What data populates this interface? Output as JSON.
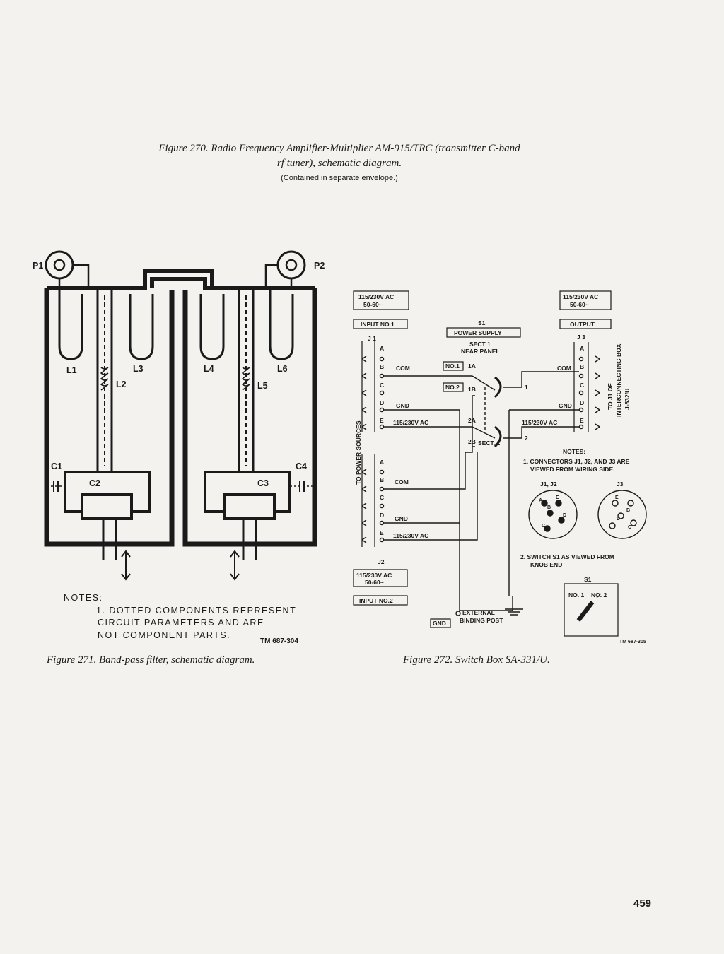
{
  "figure270": {
    "caption_line1": "Figure 270.  Radio Frequency Amplifier-Multiplier AM-915/TRC (transmitter C-band",
    "caption_line2": "rf tuner), schematic diagram.",
    "subcaption": "(Contained in separate envelope.)"
  },
  "figure271": {
    "caption": "Figure 271.  Band-pass filter, schematic diagram.",
    "labels": {
      "p1": "P1",
      "p2": "P2",
      "l1": "L1",
      "l2": "L2",
      "l3": "L3",
      "l4": "L4",
      "l5": "L5",
      "l6": "L6",
      "c1": "C1",
      "c2": "C2",
      "c3": "C3",
      "c4": "C4"
    },
    "notes_title": "NOTES:",
    "note1_line1": "1. DOTTED COMPONENTS REPRESENT",
    "note1_line2": "CIRCUIT PARAMETERS AND ARE",
    "note1_line3": "NOT COMPONENT PARTS.",
    "tm_number": "TM 687-304"
  },
  "figure272": {
    "caption": "Figure 272.  Switch Box SA-331/U.",
    "input1_voltage": "115/230V AC",
    "input1_freq": "50-60~",
    "input1_label": "INPUT NO.1",
    "output_voltage": "115/230V AC",
    "output_freq": "50-60~",
    "output_label": "OUTPUT",
    "s1": "S1",
    "power_supply": "POWER SUPPLY",
    "sect1": "SECT 1",
    "near_panel": "NEAR PANEL",
    "sect2": "SECT. 2",
    "j1": "J 1",
    "j2": "J2",
    "j3": "J 3",
    "pins": [
      "A",
      "B",
      "C",
      "D",
      "E"
    ],
    "com": "COM",
    "gnd": "GND",
    "ac": "115/230V AC",
    "no1": "NO.1",
    "no2": "NO.2",
    "pos_1a": "1A",
    "pos_1b": "1B",
    "pos_2a": "2A",
    "pos_2b": "2B",
    "out1": "1",
    "out2": "2",
    "to_power_sources": "TO POWER SOURCES",
    "to_j1_line1": "TO J1 OF",
    "to_j1_line2": "INTERCONNECTING BOX",
    "to_j1_line3": "J-532/U",
    "input2_voltage": "115/230V AC",
    "input2_freq": "50-60~",
    "input2_label": "INPUT NO.2",
    "external": "EXTERNAL",
    "binding_post": "BINDING POST",
    "gnd_box": "GND",
    "notes_title": "NOTES:",
    "note1_line1": "1. CONNECTORS J1, J2, AND J3 ARE",
    "note1_line2": "VIEWED FROM WIRING SIDE.",
    "j1j2_label": "J1, J2",
    "j3_label": "J3",
    "note2_line1": "2. SWITCH S1 AS VIEWED FROM",
    "note2_line2": "KNOB END",
    "s1_dial_label": "S1",
    "dial_no1": "NO. 1",
    "dial_no2": "NO. 2",
    "tm_number": "TM 687-305"
  },
  "page_number": "459"
}
